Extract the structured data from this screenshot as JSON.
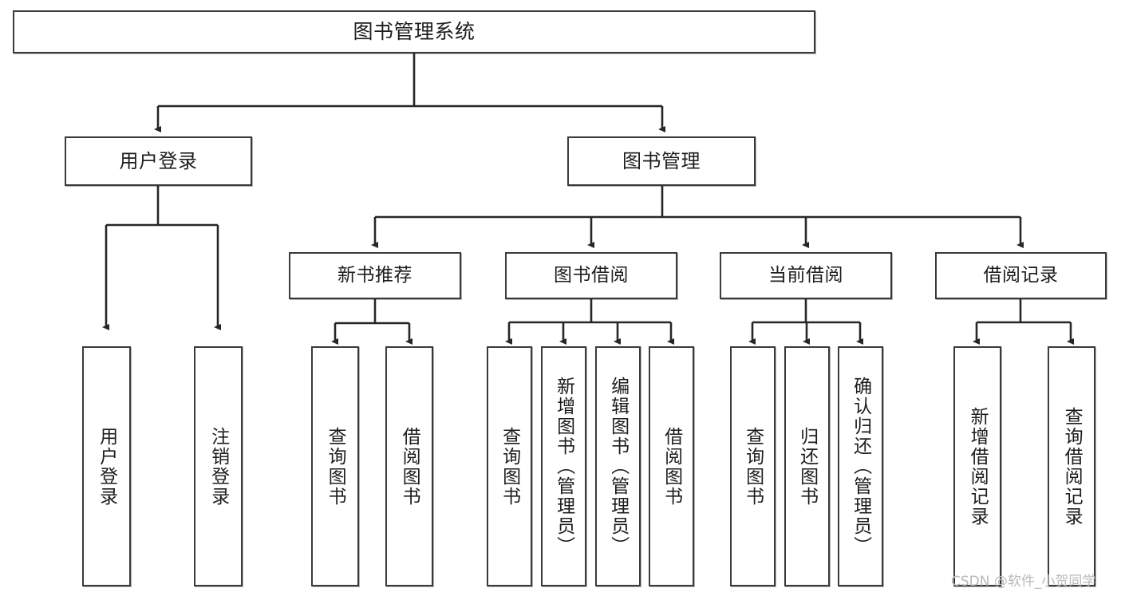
{
  "diagram": {
    "type": "tree-hierarchy",
    "title": "图书管理系统",
    "watermark": "CSDN @软件_小贺同学",
    "colors": {
      "box_border": "#3a3a3a",
      "box_fill": "#ffffff",
      "connector": "#262626",
      "text": "#1d1d1d",
      "watermark": "#b9b9b9"
    },
    "nodes": {
      "root": {
        "label": "图书管理系统"
      },
      "level2": [
        {
          "label": "用户登录"
        },
        {
          "label": "图书管理"
        }
      ],
      "level3": [
        {
          "label": "新书推荐"
        },
        {
          "label": "图书借阅"
        },
        {
          "label": "当前借阅"
        },
        {
          "label": "借阅记录"
        }
      ],
      "leaves_user_login": [
        {
          "label": "用户登录"
        },
        {
          "label": "注销登录"
        }
      ],
      "leaves_new_book": [
        {
          "label": "查询图书"
        },
        {
          "label": "借阅图书"
        }
      ],
      "leaves_borrow": [
        {
          "label": "查询图书"
        },
        {
          "label": "新增图书（管理员）"
        },
        {
          "label": "编辑图书（管理员）"
        },
        {
          "label": "借阅图书"
        }
      ],
      "leaves_current": [
        {
          "label": "查询图书"
        },
        {
          "label": "归还图书"
        },
        {
          "label": "确认归还（管理员）"
        }
      ],
      "leaves_record": [
        {
          "label": "新增借阅记录"
        },
        {
          "label": "查询借阅记录"
        }
      ]
    }
  }
}
